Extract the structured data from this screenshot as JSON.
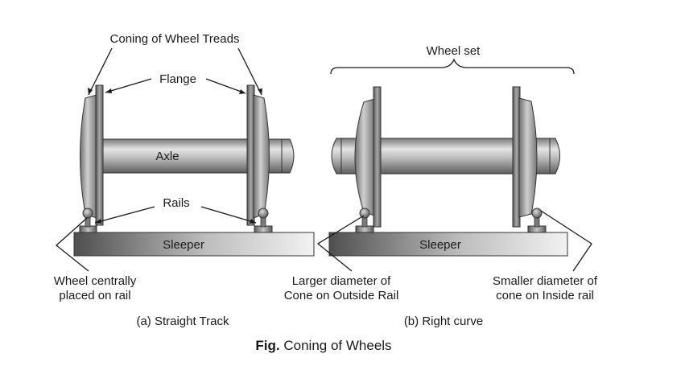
{
  "labels": {
    "coning_of_wheel_treads": "Coning of Wheel Treads",
    "flange": "Flange",
    "axle": "Axle",
    "rails": "Rails",
    "sleeper_left": "Sleeper",
    "sleeper_right": "Sleeper",
    "wheel_set": "Wheel set",
    "wheel_centrally_line1": "Wheel centrally",
    "wheel_centrally_line2": "placed on rail",
    "larger_diameter_line1": "Larger diameter of",
    "larger_diameter_line2": "Cone on Outside Rail",
    "smaller_diameter_line1": "Smaller diameter of",
    "smaller_diameter_line2": "cone on Inside rail"
  },
  "captions": {
    "straight_track": "(a) Straight Track",
    "right_curve": "(b) Right curve"
  },
  "figure": {
    "prefix": "Fig.",
    "title": "Coning of Wheels"
  },
  "colors": {
    "metal_dark": "#5a5a5a",
    "metal_light": "#e6e6e6",
    "outline": "#333333"
  }
}
